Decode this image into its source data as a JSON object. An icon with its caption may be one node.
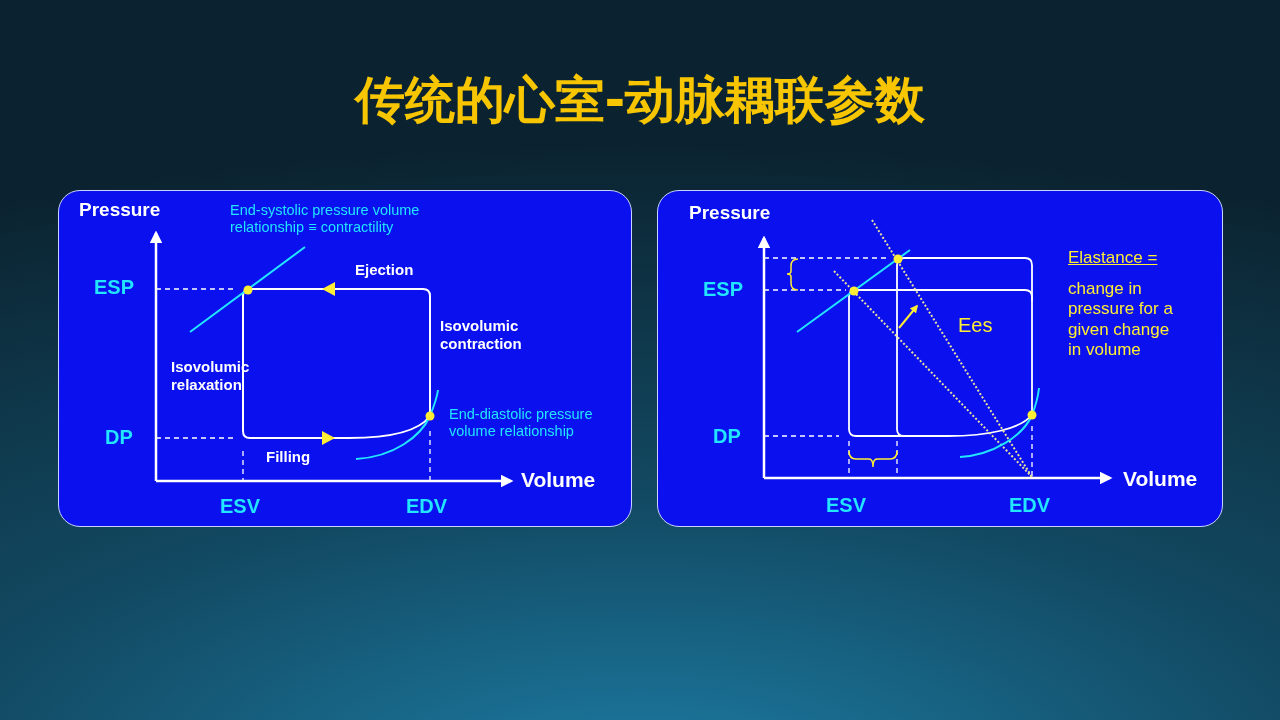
{
  "diagram": {
    "title": "传统的心室-动脉耦联参数",
    "nodes": [
      {
        "text": [
          "Pressure",
          "End-systolic pressure volume relationship ≡ contractility",
          "Ejection",
          "ESP",
          "Isovolumic contraction",
          "Isovolumic relaxation",
          "DP",
          "End-diastolic pressure volume relationship",
          "Filling",
          "Volume",
          "ESV",
          "EDV"
        ]
      },
      {
        "text": [
          "Pressure",
          "ESP",
          "Elastance =",
          "change in pressure for a given change in volume",
          "Ees",
          "DP",
          "Volume",
          "ESV",
          "EDV"
        ]
      }
    ],
    "edges": []
  }
}
